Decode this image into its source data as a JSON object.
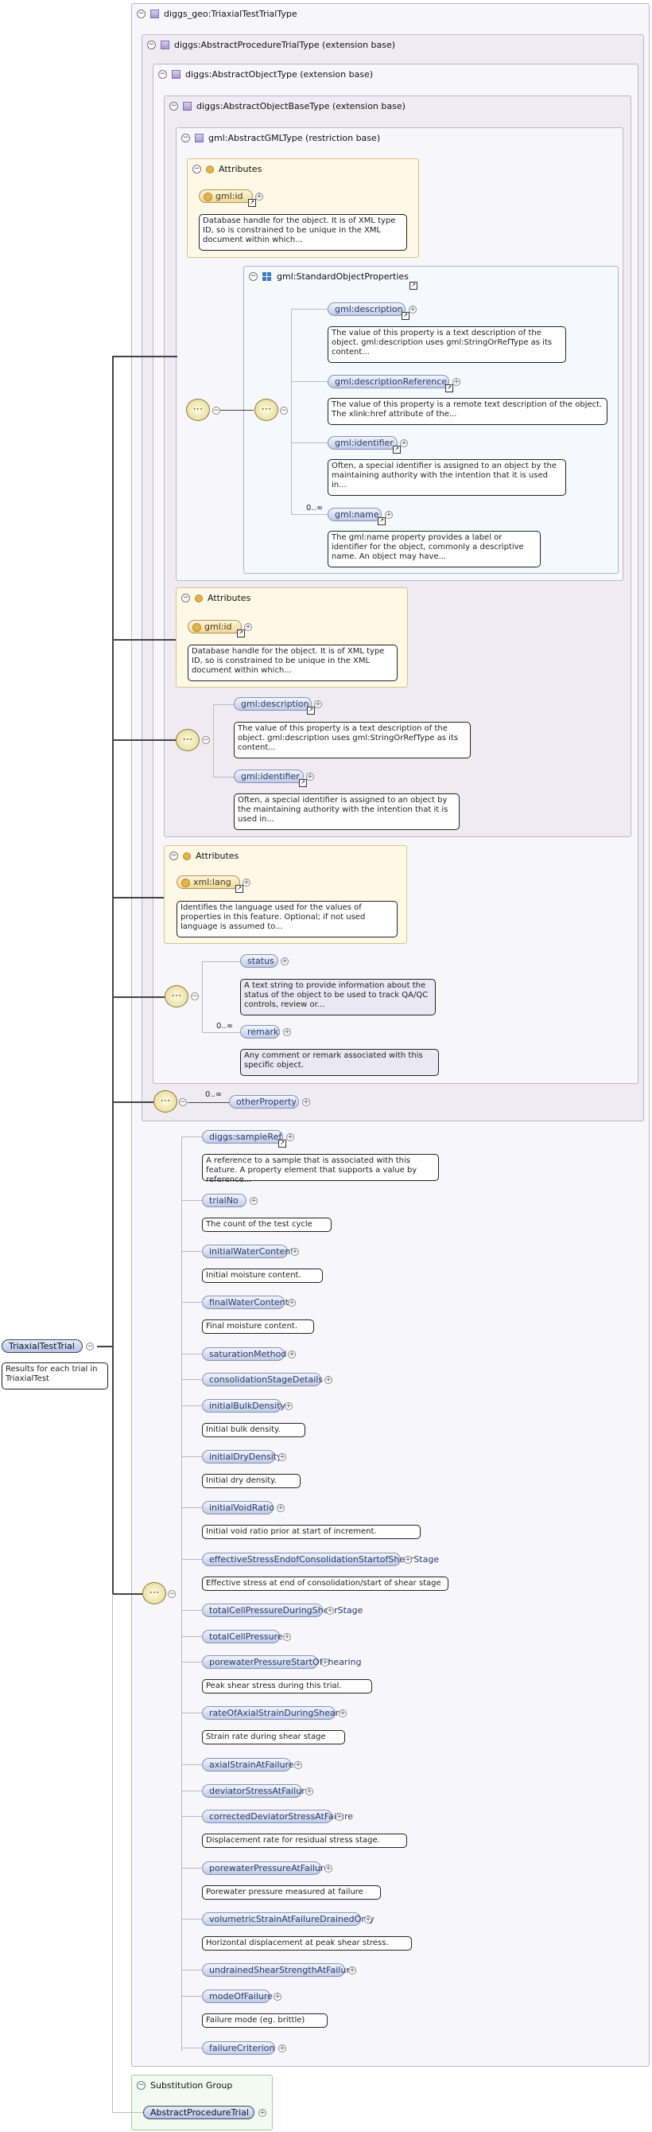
{
  "root": {
    "label": "diggs_geo:TriaxialTestTrialType"
  },
  "types": [
    {
      "label": "diggs:AbstractProcedureTrialType (extension base)"
    },
    {
      "label": "diggs:AbstractObjectType (extension base)"
    },
    {
      "label": "diggs:AbstractObjectBaseType (extension base)"
    },
    {
      "label": "gml:AbstractGMLType (restriction base)"
    }
  ],
  "attributes_header": "Attributes",
  "gml_attr": {
    "name": "gml:id",
    "doc": "Database handle for the object. It is of XML type ID, so is constrained to be unique in the XML document within which..."
  },
  "std_group": {
    "label": "gml:StandardObjectProperties"
  },
  "std_elements": [
    {
      "name": "gml:description",
      "doc": "The value of this property is a text description of the object. gml:description uses gml:StringOrRefType as its content..."
    },
    {
      "name": "gml:descriptionReference",
      "doc": "The value of this property is a remote text description of the object. The xlink:href attribute of the..."
    },
    {
      "name": "gml:identifier",
      "doc": "Often, a special identifier is assigned to an object by the maintaining authority with the intention that it is used in..."
    },
    {
      "name": "gml:name",
      "doc": "The gml:name property provides a label or identifier for the object, commonly a descriptive name. An object may have..."
    }
  ],
  "base_attr": {
    "name": "gml:id",
    "doc": "Database handle for the object. It is of XML type ID, so is constrained to be unique in the XML document within which..."
  },
  "base_elements": [
    {
      "name": "gml:description",
      "doc": "The value of this property is a text description of the object. gml:description uses gml:StringOrRefType as its content..."
    },
    {
      "name": "gml:identifier",
      "doc": "Often, a special identifier is assigned to an object by the maintaining authority with the intention that it is used in..."
    }
  ],
  "object_attr": {
    "name": "xml:lang",
    "doc": "Identifies the language used for the values of properties in this feature. Optional; if not used language is assumed to..."
  },
  "object_elements": [
    {
      "name": "status",
      "doc": "A text string to provide information about the status of the object to be used to track QA/QC controls, review or..."
    },
    {
      "name": "remark",
      "doc": "Any comment or remark associated with this specific object."
    }
  ],
  "occurrence": "0..∞",
  "other_property": "otherProperty",
  "trial_elements": [
    {
      "name": "diggs:sampleRef",
      "doc": "A reference to a sample that is associated with this feature. A property element that supports a value by reference..."
    },
    {
      "name": "trialNo",
      "doc": "The count of the test cycle"
    },
    {
      "name": "initialWaterContent",
      "doc": "Initial moisture content."
    },
    {
      "name": "finalWaterContent",
      "doc": "Final moisture content."
    },
    {
      "name": "saturationMethod",
      "doc": ""
    },
    {
      "name": "consolidationStageDetails",
      "doc": ""
    },
    {
      "name": "initialBulkDensity",
      "doc": "Initial bulk density."
    },
    {
      "name": "initialDryDensity",
      "doc": "Initial dry density."
    },
    {
      "name": "initialVoidRatio",
      "doc": "Initial void ratio prior at start of increment."
    },
    {
      "name": "effectiveStressEndofConsolidationStartofShearStage",
      "doc": "Effective stress at end of consolidation/start of shear stage"
    },
    {
      "name": "totalCellPressureDuringShearStage",
      "doc": ""
    },
    {
      "name": "totalCellPressure",
      "doc": ""
    },
    {
      "name": "porewaterPressureStartOfShearing",
      "doc": "Peak shear stress during this trial."
    },
    {
      "name": "rateOfAxialStrainDuringShear",
      "doc": "Strain rate during shear stage"
    },
    {
      "name": "axialStrainAtFailure",
      "doc": ""
    },
    {
      "name": "deviatorStressAtFailure",
      "doc": ""
    },
    {
      "name": "correctedDeviatorStressAtFailure",
      "doc": "Displacement rate for residual stress stage."
    },
    {
      "name": "porewaterPressureAtFailure",
      "doc": "Porewater pressure measured at failure"
    },
    {
      "name": "volumetricStrainAtFailureDrainedOnly",
      "doc": "Horizontal displacement at peak shear stress."
    },
    {
      "name": "undrainedShearStrengthAtFailure",
      "doc": ""
    },
    {
      "name": "modeOfFailure",
      "doc": "Failure mode (eg. brittle)"
    },
    {
      "name": "failureCriterion",
      "doc": ""
    }
  ],
  "element": {
    "name": "TriaxialTestTrial",
    "doc": "Results for each trial in TriaxialTest"
  },
  "substitution": {
    "header": "Substitution Group",
    "name": "AbstractProcedureTrial"
  },
  "colors": {
    "pill_border": "#8592b6",
    "attr_bg": "#fff8e6",
    "type_bg": "#eeebf3"
  }
}
